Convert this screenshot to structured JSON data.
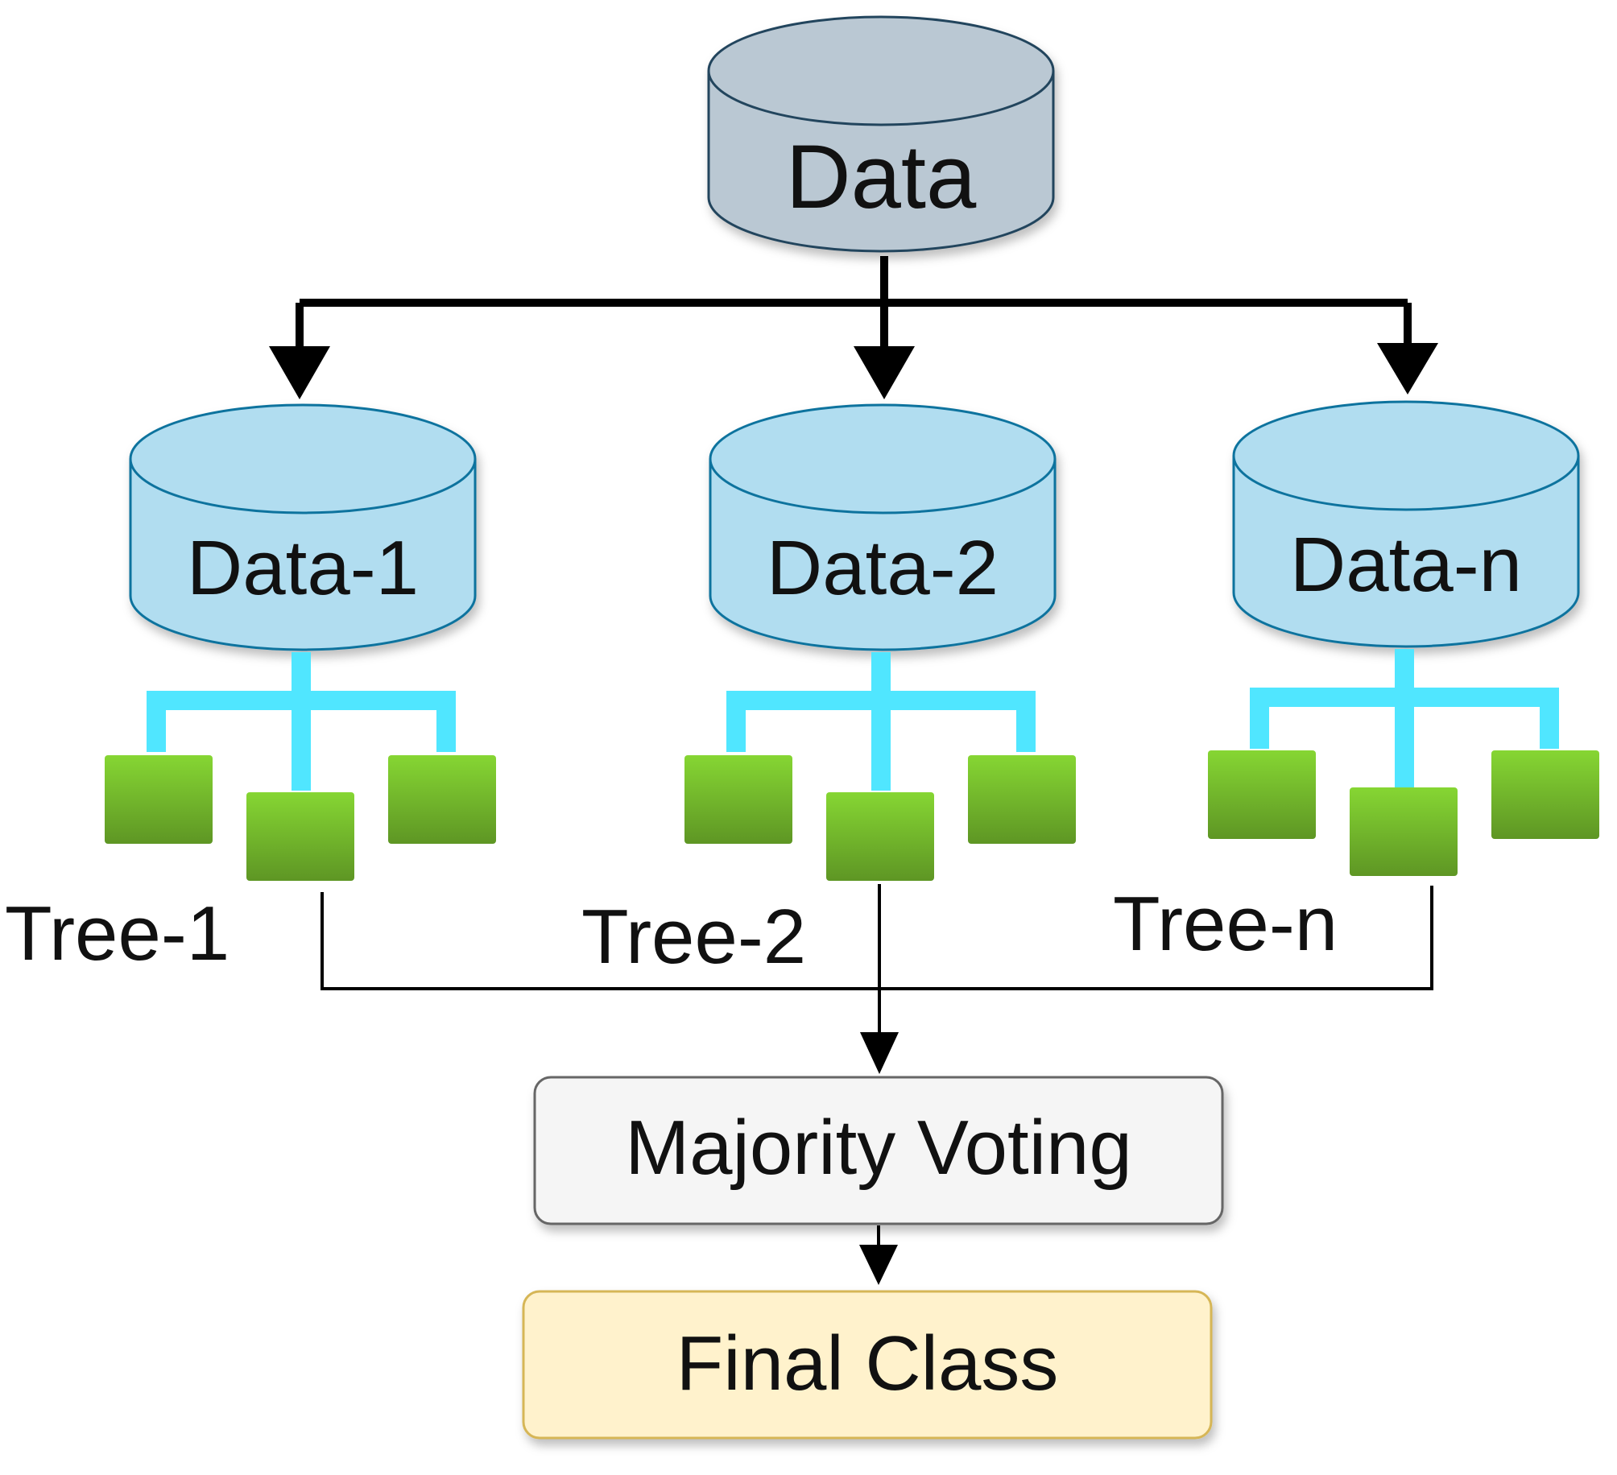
{
  "root": {
    "label": "Data",
    "fill": "#bac8d3",
    "stroke": "#23445d"
  },
  "subsets": [
    {
      "label": "Data-1",
      "tree_label": "Tree-1"
    },
    {
      "label": "Data-2",
      "tree_label": "Tree-2"
    },
    {
      "label": "Data-n",
      "tree_label": "Tree-n"
    }
  ],
  "colors": {
    "subset_fill": "#b1ddf0",
    "subset_stroke": "#10739e",
    "tree_branch": "#50e6ff",
    "tree_leaf_top": "#86d633",
    "tree_leaf_bottom": "#5e9624",
    "arrow": "#000000"
  },
  "voting": {
    "label": "Majority Voting",
    "fill": "#f5f5f5",
    "stroke": "#666666",
    "text_color": "#333333"
  },
  "final": {
    "label": "Final Class",
    "fill": "#fff2cc",
    "stroke": "#d6b656"
  }
}
